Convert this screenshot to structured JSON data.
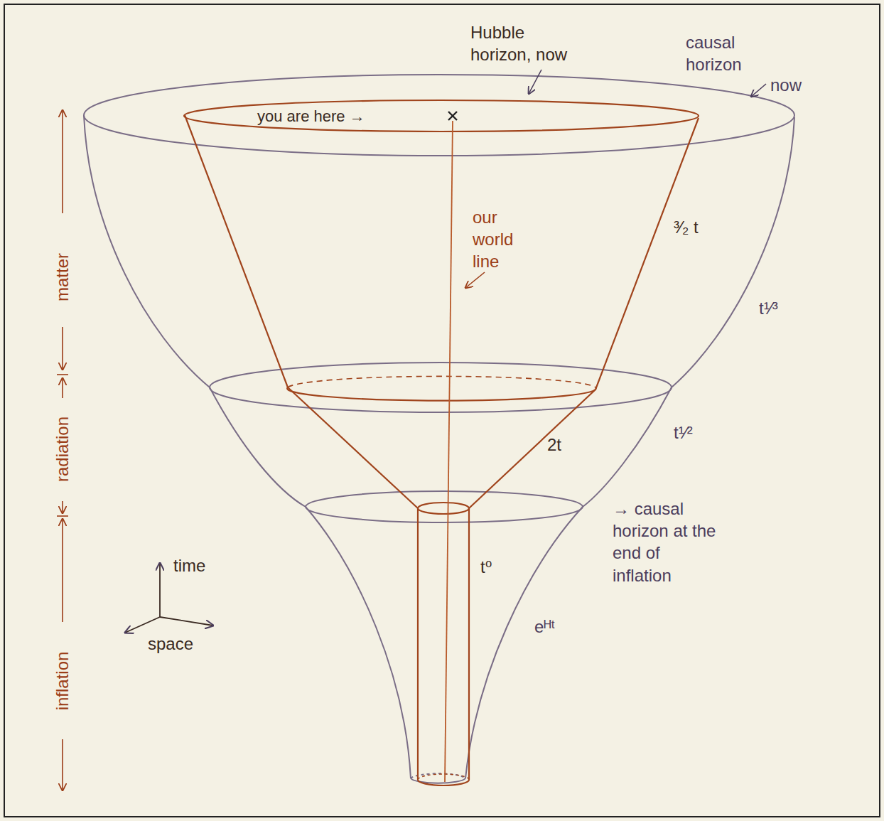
{
  "diagram": {
    "labels": [
      "Hubble horizon, now",
      "causal horizon",
      "now",
      "you are here →",
      "our world line",
      "³⁄₂ t",
      "t¹⁄³",
      "matter",
      "radiation",
      "2t",
      "t¹⁄²",
      "→ causal horizon at the end of inflation",
      "time",
      "t⁰",
      "eᴴᵗ",
      "space",
      "inflation"
    ]
  }
}
